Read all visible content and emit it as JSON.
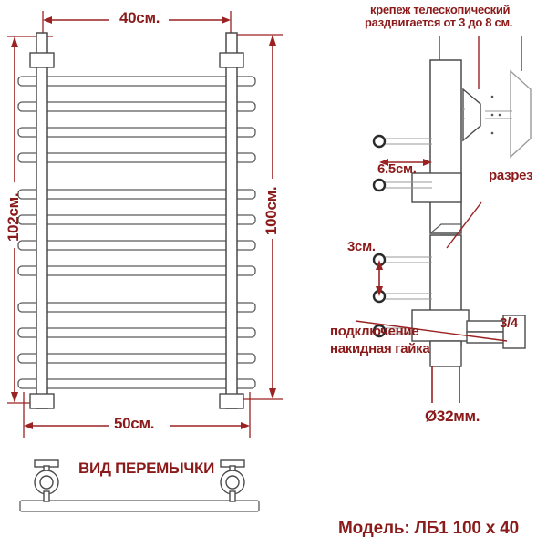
{
  "drawing": {
    "title_model": "Модель: ЛБ1 100 х 40",
    "bridge_view_label": "ВИД ПЕРЕМЫЧКИ",
    "accent_color": "#8B1A1A",
    "line_color": "#4a4a4a"
  },
  "front_view": {
    "dim_top_width": "40см.",
    "dim_left_height": "102см.",
    "dim_right_height": "100см.",
    "dim_bottom_width": "50см.",
    "rung_count": 12,
    "rung_groups": 3
  },
  "side_view": {
    "mount_note_line1": "крепеж телескопический",
    "mount_note_line2": "раздвигается от 3 до 8 см.",
    "dim_spacing_upper": "6.5см.",
    "dim_spacing_lower": "3см.",
    "callout_cut": "разрез",
    "callout_connection_line1": "подключение",
    "callout_connection_line2": "накидная гайка",
    "thread_size": "3/4",
    "pipe_diameter": "Ø32мм."
  }
}
